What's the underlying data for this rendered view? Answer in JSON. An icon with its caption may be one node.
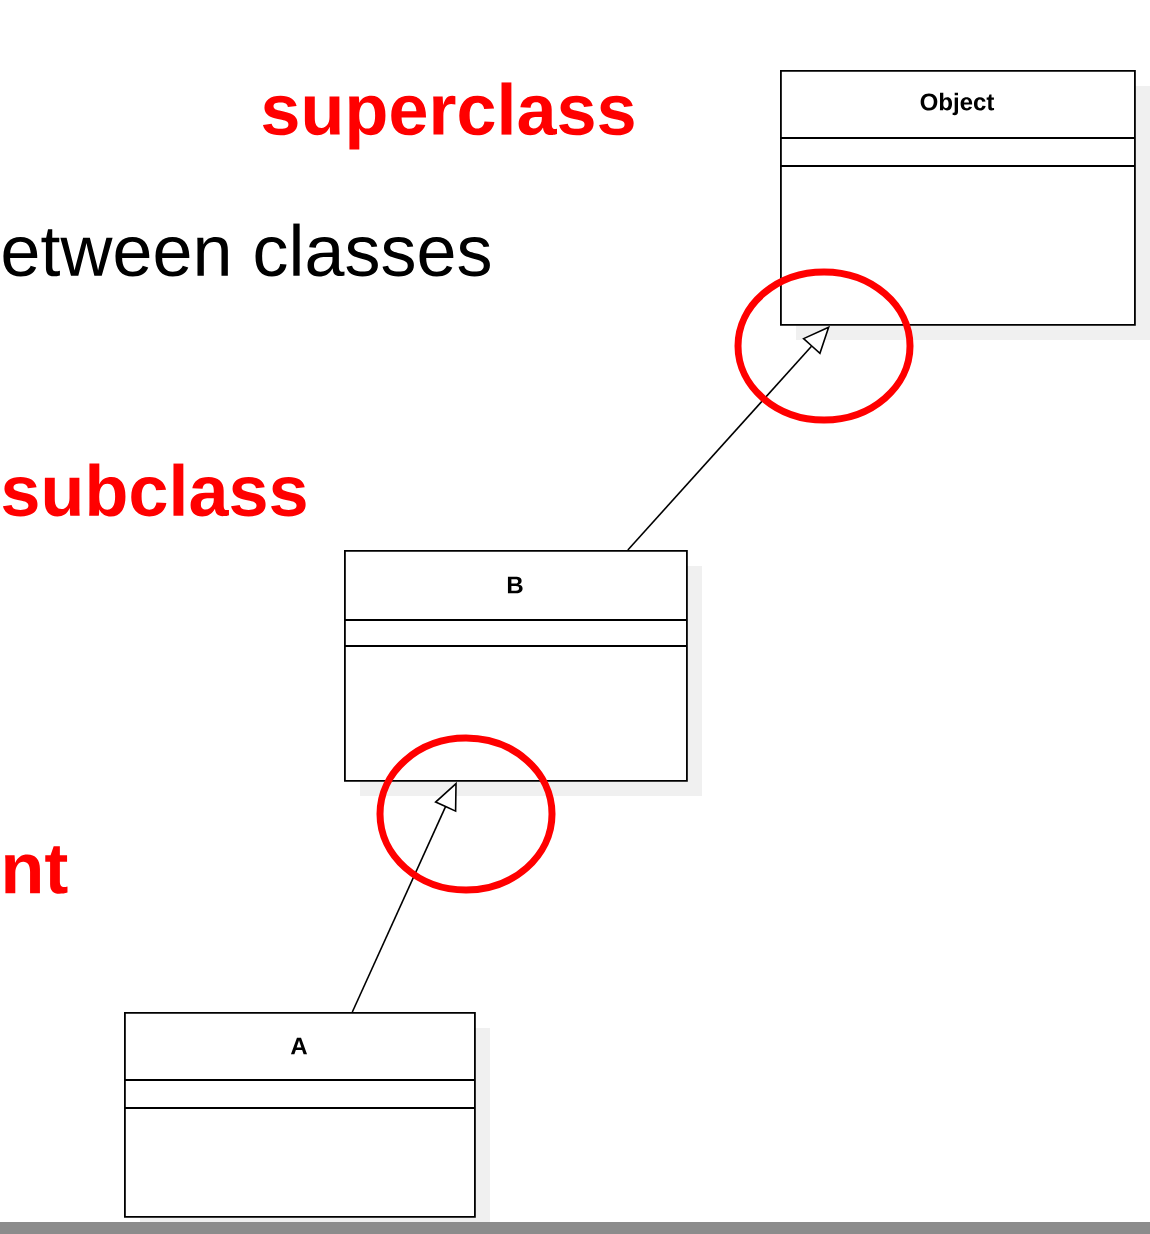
{
  "diagram": {
    "nodes": [
      {
        "text": [
          "Object"
        ]
      },
      {
        "text": [
          "B"
        ]
      },
      {
        "text": [
          "A"
        ]
      }
    ],
    "edges": [
      {
        "from": 1,
        "to": 0,
        "arrow": "to"
      },
      {
        "from": 2,
        "to": 1,
        "arrow": "to"
      }
    ],
    "labels": [
      "superclass",
      "etween classes",
      "subclass",
      "nt"
    ]
  }
}
